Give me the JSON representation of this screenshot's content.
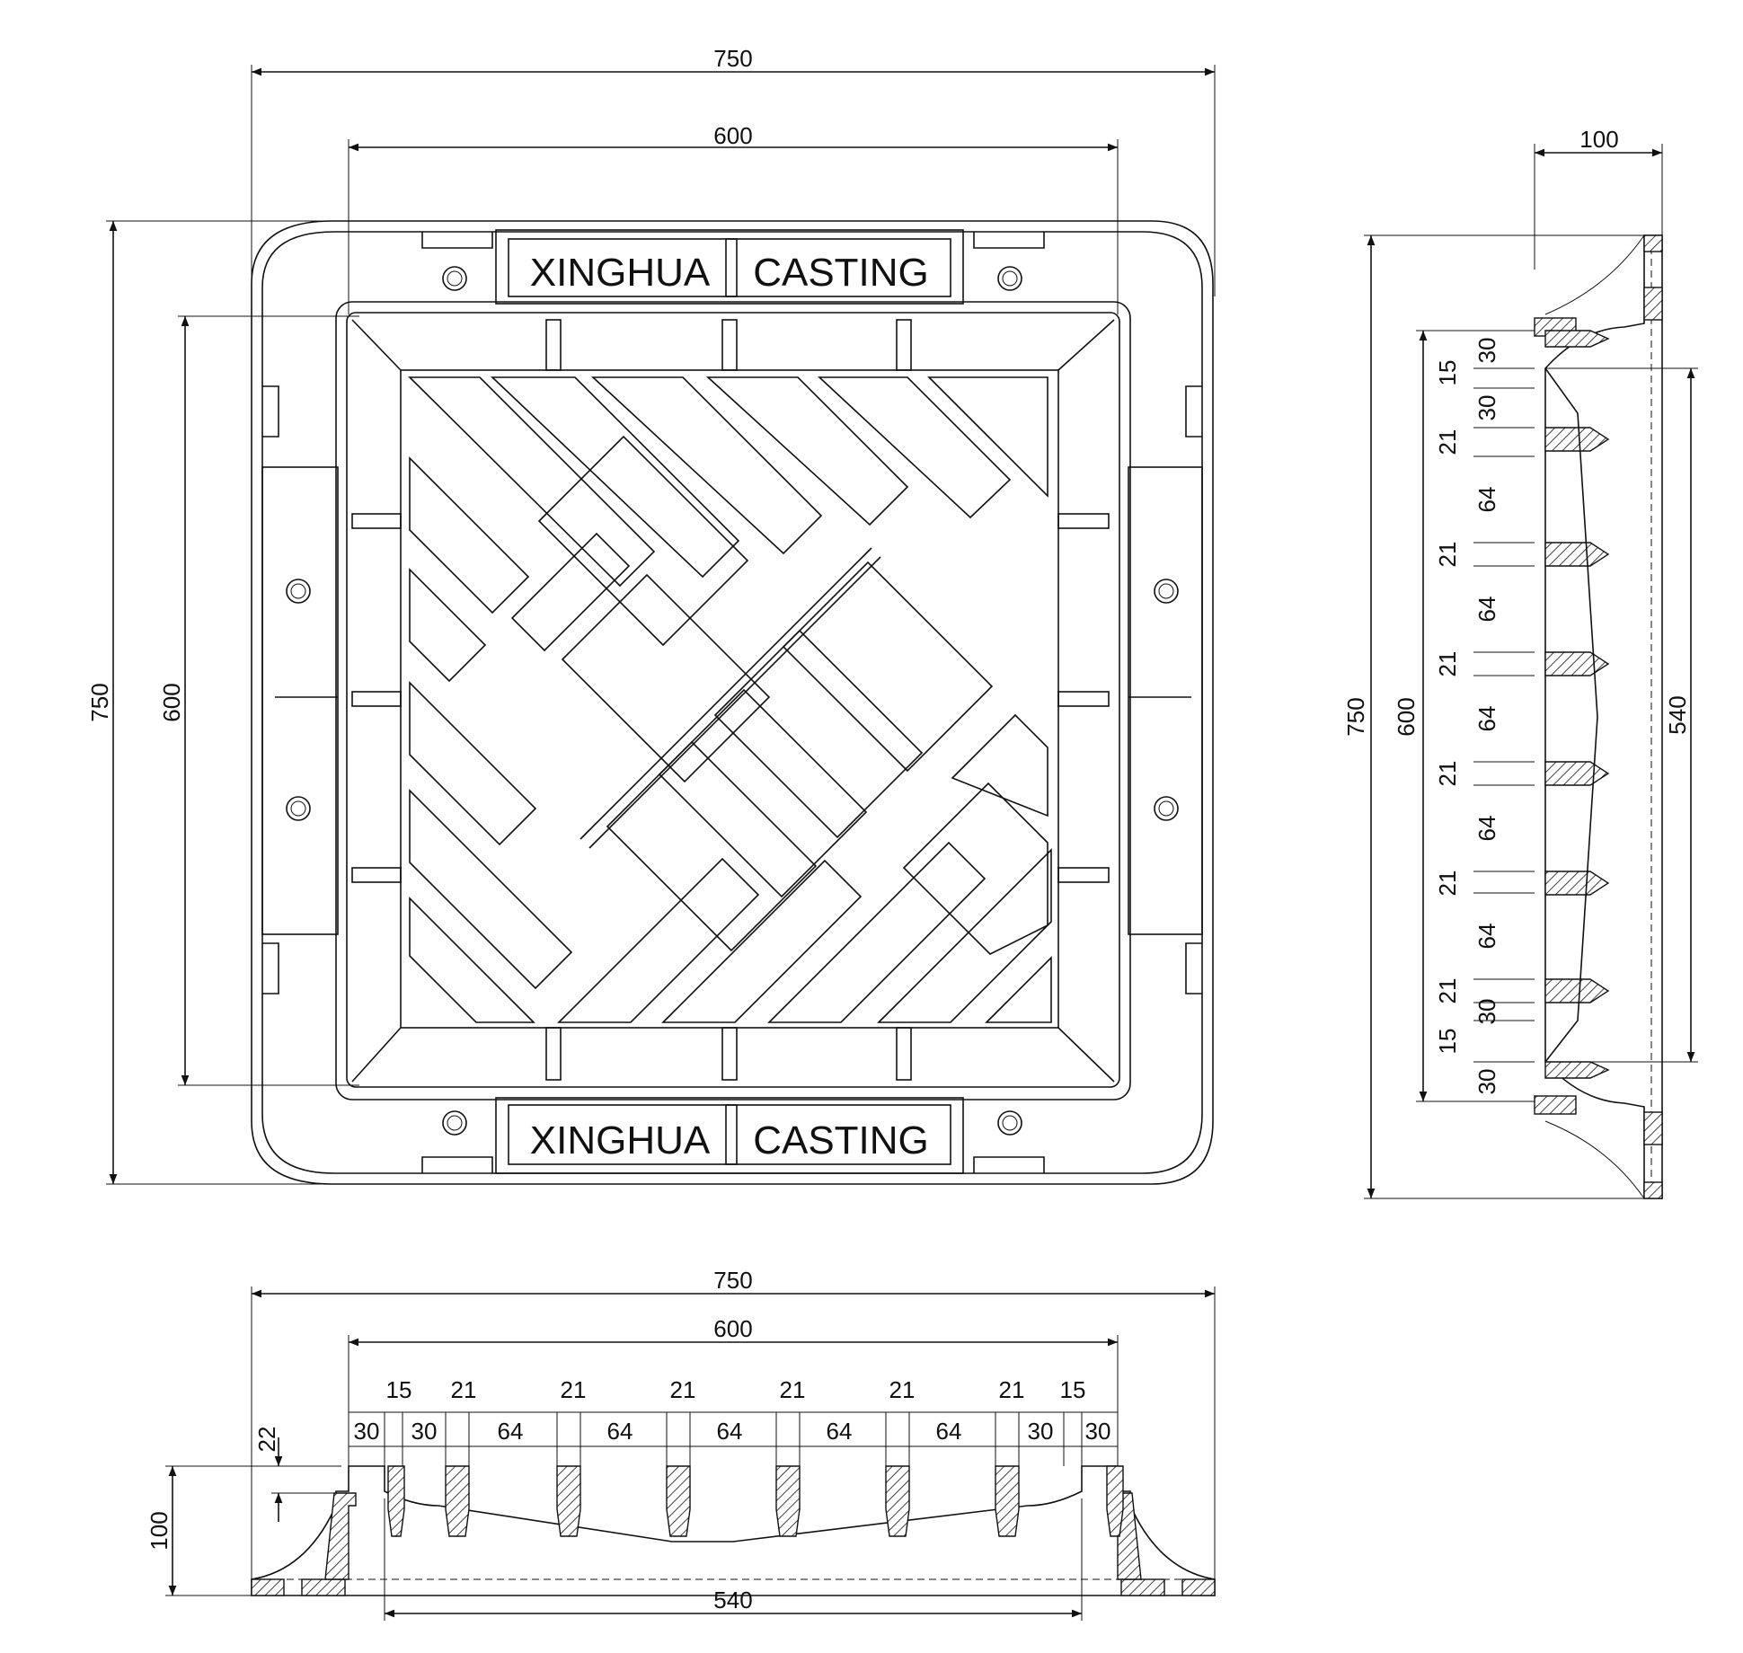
{
  "plan": {
    "overall_width": "750",
    "clear_width": "600",
    "overall_height": "750",
    "clear_height": "600",
    "brand_top_left": "XINGHUA",
    "brand_top_right": "CASTING",
    "brand_bottom_left": "XINGHUA",
    "brand_bottom_right": "CASTING"
  },
  "side_section": {
    "depth": "100",
    "overall": "750",
    "clear": "600",
    "inner": "540",
    "segments": [
      "30",
      "15",
      "30",
      "21",
      "64",
      "21",
      "64",
      "21",
      "64",
      "21",
      "64",
      "21",
      "64",
      "21",
      "30",
      "15",
      "30"
    ]
  },
  "front_section": {
    "overall": "750",
    "clear": "600",
    "inner": "540",
    "depth": "100",
    "rim": "22",
    "top_row": [
      "15",
      "21",
      "21",
      "21",
      "21",
      "21",
      "21",
      "15"
    ],
    "bottom_row": [
      "30",
      "30",
      "64",
      "64",
      "64",
      "64",
      "64",
      "30",
      "30"
    ]
  },
  "colors": {
    "line": "#111111",
    "background": "#ffffff"
  }
}
